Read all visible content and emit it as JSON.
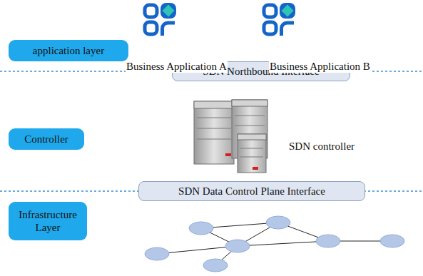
{
  "diagram": {
    "nodes": [
      {
        "text": [
          "application layer"
        ]
      },
      {
        "text": [
          "SDN Northbound Interface"
        ]
      },
      {
        "text": [
          "Controller"
        ]
      },
      {
        "text": [
          "SDN Data Control Plane Interface"
        ]
      },
      {
        "text": [
          "Infrastructure Layer"
        ]
      }
    ],
    "labels": [
      "Business Application A",
      "Business Application B",
      "SDN controller"
    ]
  }
}
